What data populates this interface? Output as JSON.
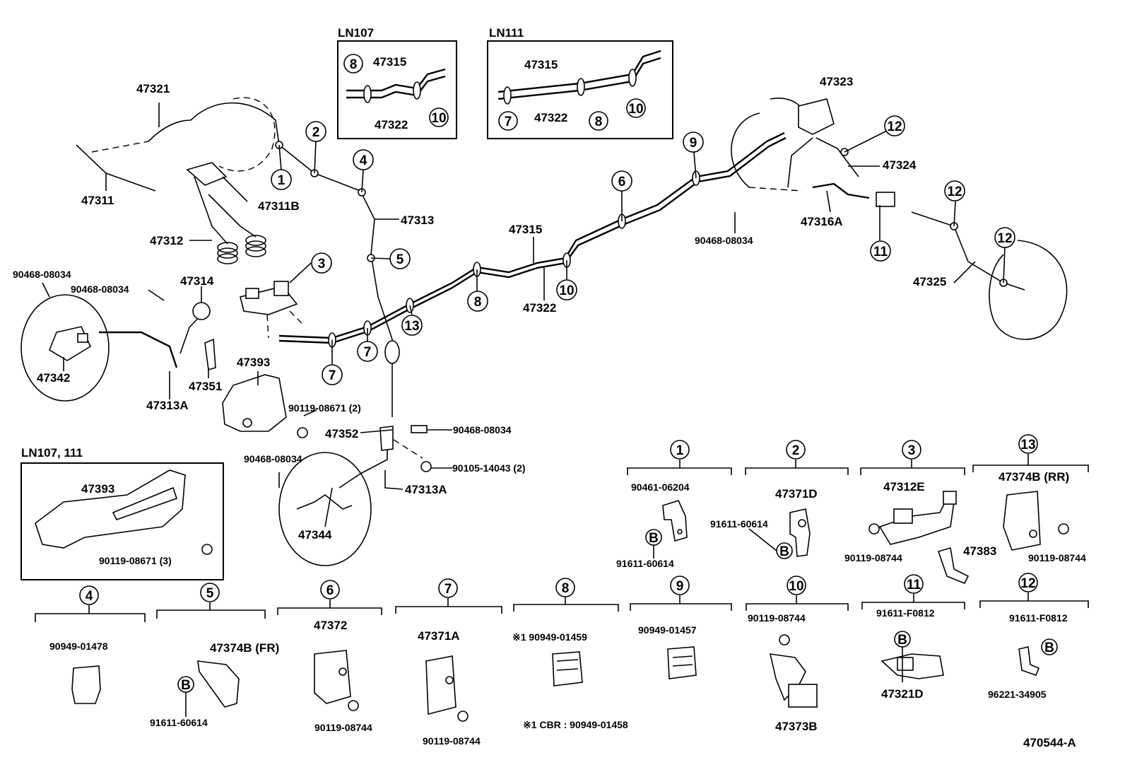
{
  "callouts": [
    "1",
    "2",
    "3",
    "4",
    "5",
    "6",
    "7",
    "8",
    "9",
    "10",
    "11",
    "12",
    "13"
  ],
  "part_labels": {
    "p47321": "47321",
    "p47311": "47311",
    "p47311B": "47311B",
    "p47312": "47312",
    "p47313": "47313",
    "p47314": "47314",
    "p90468_a": "90468-08034",
    "p90468_b": "90468-08034",
    "p90468_c": "90468-08034",
    "p90468_d": "90468-08034",
    "p90468_e": "90468-08034",
    "p47342": "47342",
    "p47313A_a": "47313A",
    "p47313A_b": "47313A",
    "p47351": "47351",
    "p47393": "47393",
    "p90119_08671_2": "90119-08671 (2)",
    "p47352": "47352",
    "p90105": "90105-14043 (2)",
    "p47344": "47344",
    "p47315": "47315",
    "p47322": "47322",
    "p47323": "47323",
    "p47324": "47324",
    "p47316A": "47316A",
    "p47325": "47325"
  },
  "insets": {
    "ln107": {
      "title": "LN107",
      "pipe": "47315",
      "pipe2": "47322"
    },
    "ln111": {
      "title": "LN111",
      "pipe": "47315",
      "pipe2": "47322"
    },
    "ln107_111": {
      "title": "LN107, 111",
      "part": "47393",
      "bolt": "90119-08671 (3)"
    }
  },
  "detail_parts": {
    "d1": {
      "a": "90461-06204",
      "b": "91611-60614"
    },
    "d2": {
      "a": "47371D",
      "b": "91611-60614"
    },
    "d3": {
      "a": "47312E",
      "b": "90119-08744",
      "c": "47383"
    },
    "d13": {
      "a": "47374B (RR)",
      "b": "90119-08744"
    },
    "d4": {
      "a": "90949-01478"
    },
    "d5": {
      "a": "47374B (FR)",
      "b": "91611-60614"
    },
    "d6": {
      "a": "47372",
      "b": "90119-08744"
    },
    "d7": {
      "a": "47371A",
      "b": "90119-08744"
    },
    "d8": {
      "a": "※1 90949-01459",
      "note": "※1 CBR : 90949-01458"
    },
    "d9": {
      "a": "90949-01457"
    },
    "d10": {
      "a": "90119-08744",
      "b": "47373B"
    },
    "d11": {
      "a": "91611-F0812",
      "b": "47321D"
    },
    "d12": {
      "a": "91611-F0812",
      "b": "96221-34905"
    }
  },
  "bolt_marker": "B",
  "drawing_id": "470544-A"
}
